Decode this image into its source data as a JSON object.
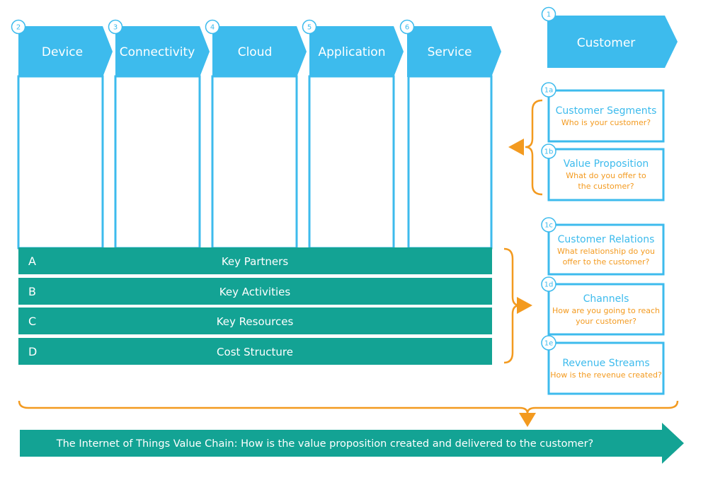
{
  "colors": {
    "blue": "#3dbbed",
    "teal": "#13a394",
    "orange": "#f39a1f"
  },
  "columns": [
    {
      "number": "2",
      "label": "Device"
    },
    {
      "number": "3",
      "label": "Connectivity"
    },
    {
      "number": "4",
      "label": "Cloud"
    },
    {
      "number": "5",
      "label": "Application"
    },
    {
      "number": "6",
      "label": "Service"
    }
  ],
  "customer": {
    "number": "1",
    "label": "Customer"
  },
  "rows": [
    {
      "letter": "A",
      "label": "Key Partners"
    },
    {
      "letter": "B",
      "label": "Key Activities"
    },
    {
      "letter": "C",
      "label": "Key Resources"
    },
    {
      "letter": "D",
      "label": "Cost Structure"
    }
  ],
  "customer_boxes": [
    {
      "number": "1a",
      "title": "Customer Segments",
      "sub": [
        "Who is your customer?"
      ]
    },
    {
      "number": "1b",
      "title": "Value Proposition",
      "sub": [
        "What do you offer to",
        "the customer?"
      ]
    },
    {
      "number": "1c",
      "title": "Customer Relations",
      "sub": [
        "What relationship do you",
        "offer to the customer?"
      ]
    },
    {
      "number": "1d",
      "title": "Channels",
      "sub": [
        "How are you going to reach",
        "your customer?"
      ]
    },
    {
      "number": "1e",
      "title": "Revenue Streams",
      "sub": [
        "How is the revenue created?"
      ]
    }
  ],
  "banner": {
    "label": "The Internet of Things Value Chain: How is the value proposition created and delivered to the customer?"
  }
}
